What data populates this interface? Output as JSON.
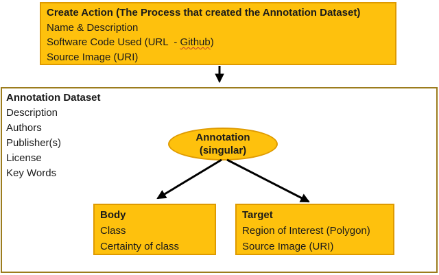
{
  "colors": {
    "node_fill": "#FEC10D",
    "node_border": "#DE9A00",
    "container_border": "#9C7C1D",
    "arrow": "#000000",
    "spellcheck_underline": "#C0392B",
    "background": "#FFFFFF",
    "text": "#1A1A1A"
  },
  "create_action_box": {
    "title": "Create Action (The Process that created the Annotation Dataset)",
    "name_line": "Name & Description",
    "software_line": {
      "prefix": "Software Code Used (URL  - ",
      "underlined": "Github",
      "suffix": ")"
    },
    "source_line": "Source Image (URI)"
  },
  "dataset_box": {
    "title": "Annotation Dataset",
    "items": [
      "Description",
      "Authors",
      "Publisher(s)",
      "License",
      "Key Words"
    ]
  },
  "ellipse": {
    "line1": "Annotation",
    "line2": "(singular)"
  },
  "body_box": {
    "title": "Body",
    "lines": [
      "Class",
      "Certainty of class"
    ]
  },
  "target_box": {
    "title": "Target",
    "lines": [
      "Region of Interest (Polygon)",
      "Source Image (URI)"
    ]
  }
}
